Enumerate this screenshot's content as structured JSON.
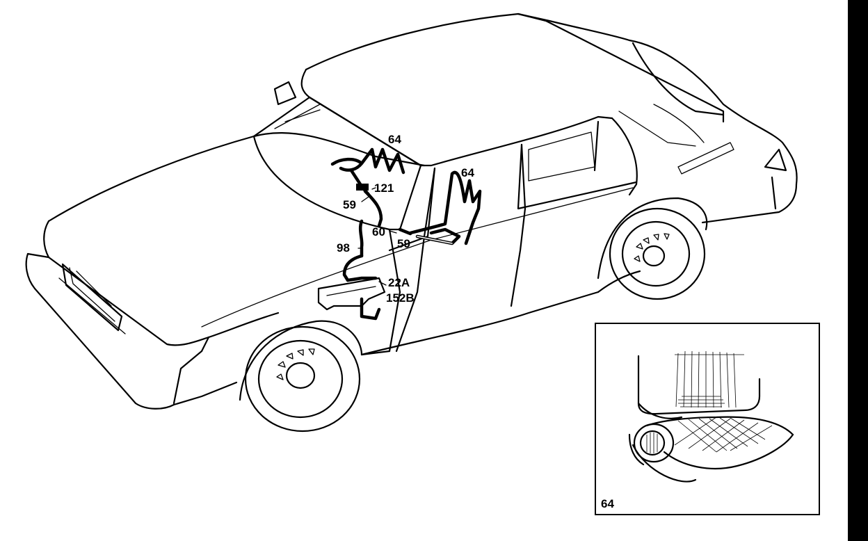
{
  "diagram": {
    "callouts": {
      "c64_roof": "64",
      "c64_door": "64",
      "c121": "121",
      "c59_upper": "59",
      "c60": "60",
      "c59_lower": "59",
      "c98": "98",
      "c22a": "22A",
      "c152b": "152B",
      "inset_label": "64"
    },
    "colors": {
      "ink": "#000000",
      "paper": "#ffffff",
      "edge_bar": "#000000"
    }
  }
}
